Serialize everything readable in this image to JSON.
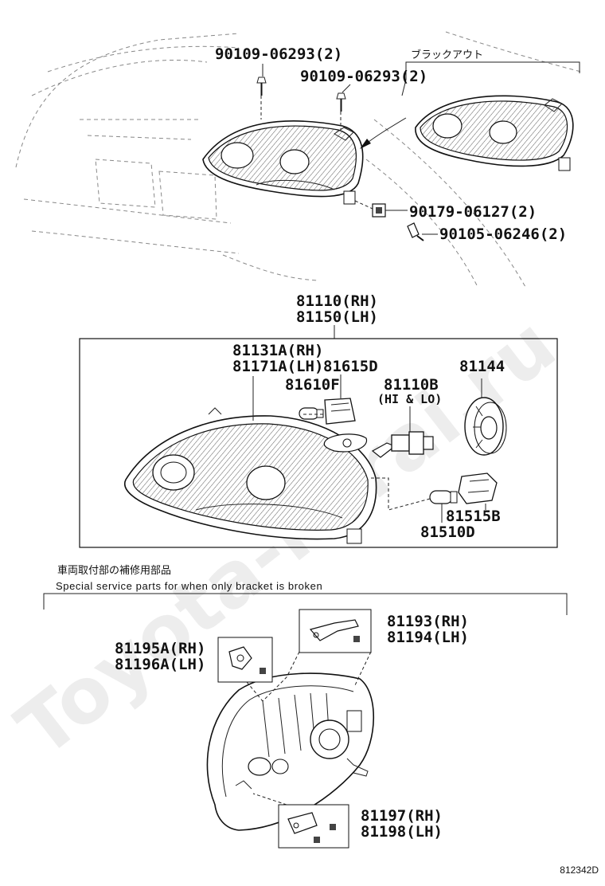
{
  "watermark": "Toyota-Mirai.ru",
  "diagram_code": "812342D",
  "notes": {
    "jp": "車両取付部の補修用部品",
    "en": "Special service parts for when only bracket is broken"
  },
  "labels": {
    "blackout": "ブラックアウト",
    "bolt_a": "90109-06293(2)",
    "bolt_b": "90109-06293(2)",
    "nut": "90179-06127(2)",
    "screw": "90105-06246(2)",
    "assy_rh": "81110(RH)",
    "assy_lh": "81150(LH)",
    "unit_rh": "81131A(RH)",
    "unit_lh": "81171A(LH)",
    "socket_d": "81615D",
    "bulb_f": "81610F",
    "bulb_b": "81110B",
    "bulb_b_note": "(HI & LO)",
    "cover": "81144",
    "socket_b": "81515B",
    "bulb_d": "81510D",
    "bracket_93": "81193(RH)",
    "bracket_94": "81194(LH)",
    "bracket_95": "81195A(RH)",
    "bracket_96": "81196A(LH)",
    "bracket_97": "81197(RH)",
    "bracket_98": "81198(LH)"
  }
}
